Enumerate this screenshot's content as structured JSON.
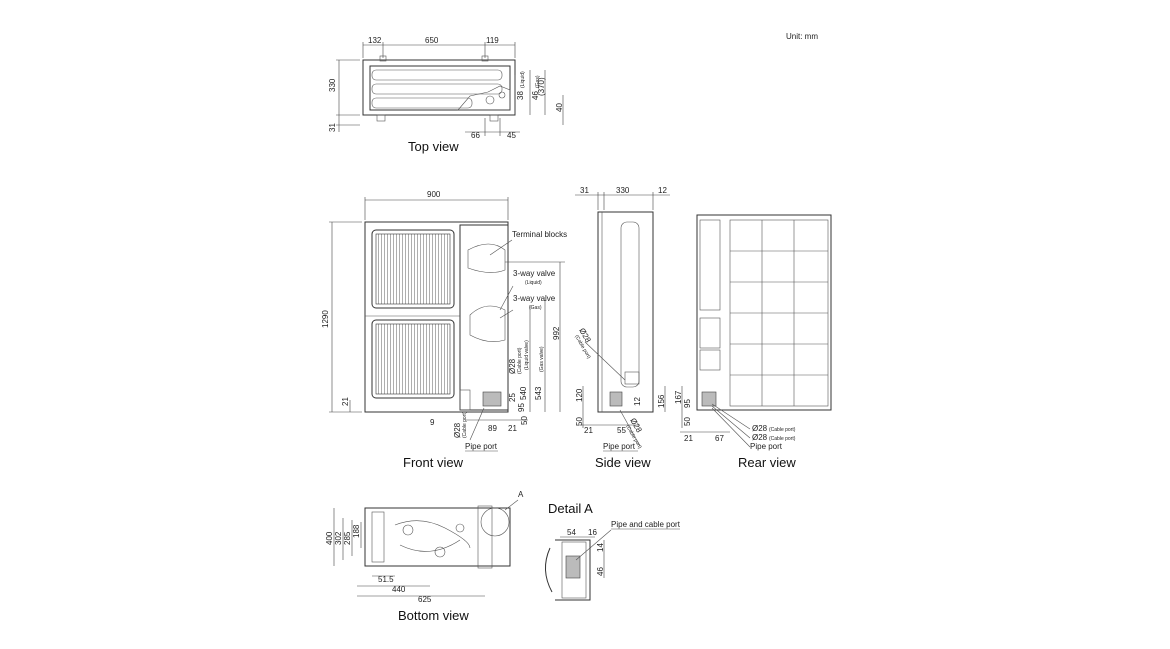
{
  "unit": "Unit: mm",
  "top_view": {
    "title": "Top view",
    "dims": {
      "d132": "132",
      "d650": "650",
      "d119": "119",
      "d330": "330",
      "d31": "31",
      "d38": "38",
      "liquid": "(Liquid)",
      "d46": "46",
      "gas": "(Gas)",
      "d370": "(370)",
      "d40": "40",
      "d66": "66",
      "d45": "45"
    }
  },
  "front_view": {
    "title": "Front view",
    "dims": {
      "d900": "900",
      "d1290": "1290",
      "d21": "21",
      "d9": "9",
      "d992": "992",
      "d543": "543",
      "gas_valve": "(Gas valve)",
      "d540": "540",
      "liquid_valve": "(Liquid valve)",
      "d95": "95",
      "d25": "25",
      "d89": "89",
      "d21b": "21",
      "d50": "50",
      "d28_cable": "Ø28",
      "cable_port": "(Cable port)",
      "d28_low": "Ø28",
      "cable_port2": "(Cable port)"
    },
    "labels": {
      "terminal": "Terminal blocks",
      "valve_liquid": "3-way valve",
      "valve_liquid_sub": "(Liquid)",
      "valve_gas": "3-way valve",
      "valve_gas_sub": "(Gas)",
      "pipe_port": "Pipe port"
    }
  },
  "side_view": {
    "title": "Side view",
    "dims": {
      "d31": "31",
      "d330": "330",
      "d12": "12",
      "d120": "120",
      "d50": "50",
      "d21": "21",
      "d55": "55",
      "d12b": "12",
      "d156": "156",
      "d28a": "Ø28",
      "cable_a": "(Cable port)",
      "d28b": "Ø28",
      "cable_b": "(Cable port)"
    },
    "labels": {
      "pipe_port": "Pipe port"
    }
  },
  "rear_view": {
    "title": "Rear view",
    "dims": {
      "d167": "167",
      "d95": "95",
      "d50": "50",
      "d21": "21",
      "d67": "67"
    },
    "labels": {
      "cable1": "Ø28",
      "cable1_sub": "(Cable port)",
      "cable2": "Ø28",
      "cable2_sub": "(Cable port)",
      "pipe_port": "Pipe port"
    }
  },
  "bottom_view": {
    "title": "Bottom view",
    "dims": {
      "d400": "400",
      "d302": "302",
      "d285": "285",
      "d188": "188",
      "d51_5": "51.5",
      "d440": "440",
      "d625": "625"
    },
    "labels": {
      "marker_a": "A"
    }
  },
  "detail_a": {
    "title": "Detail A",
    "dims": {
      "d54": "54",
      "d16": "16",
      "d14": "14",
      "d46": "46"
    },
    "labels": {
      "port": "Pipe and cable port"
    }
  }
}
